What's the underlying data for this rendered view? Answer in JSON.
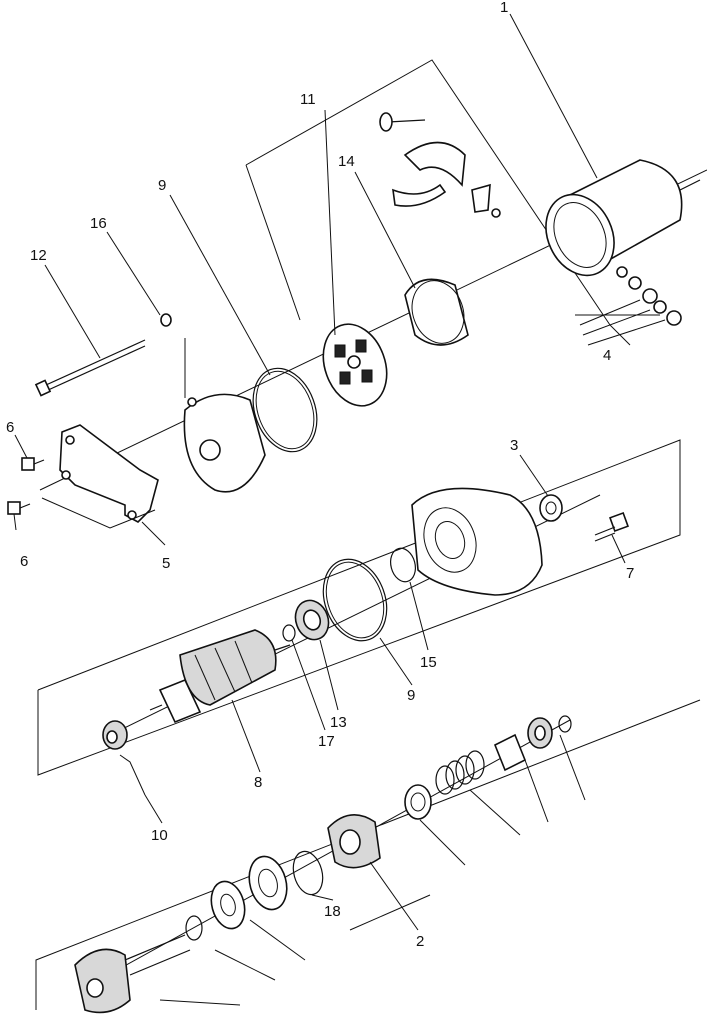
{
  "labels": {
    "l1": "1",
    "l2": "2",
    "l3": "3",
    "l4": "4",
    "l5": "5",
    "l6a": "6",
    "l6b": "6",
    "l7": "7",
    "l8": "8",
    "l9a": "9",
    "l9b": "9",
    "l10": "10",
    "l11": "11",
    "l12": "12",
    "l13": "13",
    "l14": "14",
    "l15": "15",
    "l16": "16",
    "l17": "17",
    "l18": "18"
  }
}
